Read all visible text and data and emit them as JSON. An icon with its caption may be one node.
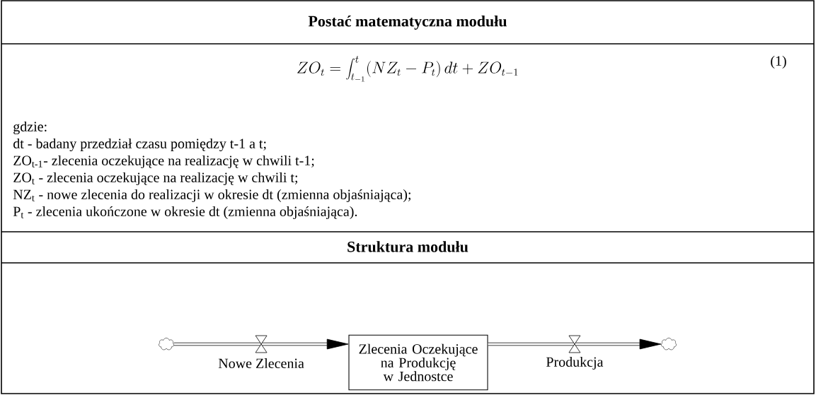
{
  "diagram": {
    "nodes": [
      {
        "text": [],
        "shape": "cloud"
      },
      {
        "text": [
          "Zlecenia Oczekujące na Produkcję w Jednostce"
        ]
      },
      {
        "text": [],
        "shape": "cloud"
      }
    ],
    "edges": [
      {
        "from": 0,
        "to": 1,
        "arrow": "to",
        "label": "Nowe Zlecenia"
      },
      {
        "from": 1,
        "to": 2,
        "arrow": "to",
        "label": "Produkcja"
      }
    ],
    "labels": [
      "Postać matematyczna modułu",
      "ZO_t=\\int_{t_{-1}}^{t}(NZ_t-P_t)\\,dt+ZO_{t-1}",
      "(1)",
      "gdzie:",
      "dt - badany przedział czasu pomiędzy t-1 a t;",
      "ZO$_{t-1}$- zlecenia oczekujące na realizację w chwili t-1;",
      "ZO$_{t}$ - zlecenia oczekujące na realizację w chwili t;",
      "NZ$_{t}$ - nowe zlecenia do realizacji w okresie dt (zmienna objaśniająca);",
      "P$_{t}$ - zlecenia ukończone w okresie dt (zmienna objaśniająca).",
      "Struktura modułu"
    ]
  }
}
